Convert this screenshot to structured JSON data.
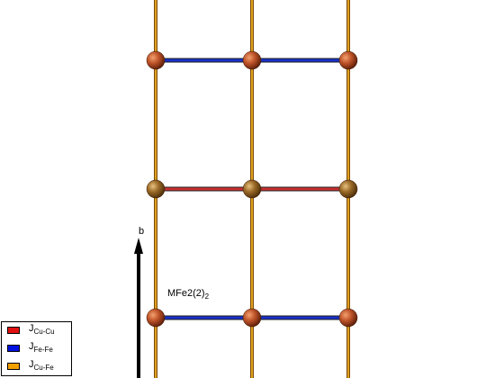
{
  "axis": {
    "label": "b"
  },
  "site_label": {
    "base": "MFe2(2)",
    "sub": "2"
  },
  "legend": [
    {
      "main": "J",
      "sub": "Cu-Cu",
      "color": "#e01010"
    },
    {
      "main": "J",
      "sub": "Fe-Fe",
      "color": "#0010e0"
    },
    {
      "main": "J",
      "sub": "Cu-Fe",
      "color": "#f0a000"
    }
  ],
  "colors": {
    "cu_fe_bond": "#e0a020",
    "fe_fe_bond": "#1830c8",
    "cu_cu_bond": "#c83030",
    "atom_fe": "#c0552a",
    "atom_cu": "#9a6a28",
    "arrow": "#000000"
  },
  "lattice": {
    "columns": 3,
    "rows": [
      {
        "atom": "Fe",
        "bond": "Fe-Fe"
      },
      {
        "atom": "Cu",
        "bond": "Cu-Cu"
      },
      {
        "atom": "Fe",
        "bond": "Fe-Fe"
      }
    ],
    "vertical_bonds": "Cu-Fe"
  }
}
